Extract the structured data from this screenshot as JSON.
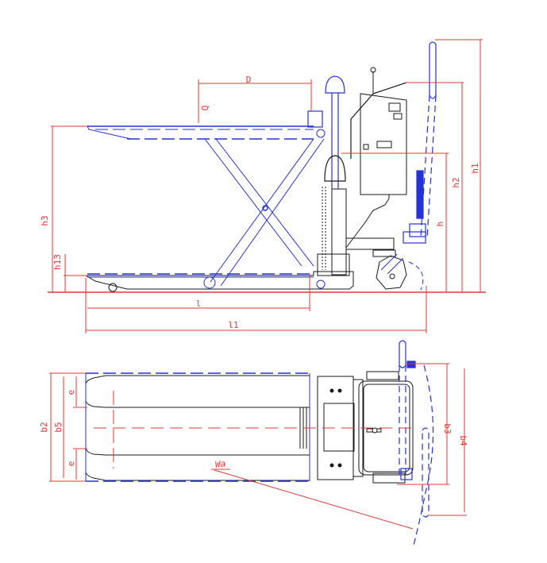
{
  "diagram": {
    "subject": "Scissor lift pallet truck",
    "views": [
      "side-view",
      "top-view"
    ],
    "colors": {
      "dimension": "#e53935",
      "movable_outline": "#2433d6",
      "fixed_outline": "#1a1a1a"
    },
    "side_view": {
      "labels": {
        "D": "D",
        "Q": "Q",
        "h3": "h3",
        "h13": "h13",
        "h": "h",
        "h2": "h2",
        "h1": "h1",
        "l": "l",
        "l1": "l1"
      }
    },
    "top_view": {
      "labels": {
        "b2": "b2",
        "b5": "b5",
        "e_top": "e",
        "e_bottom": "e",
        "b3": "b3",
        "b4": "b4",
        "Wa": "Wa"
      }
    }
  }
}
